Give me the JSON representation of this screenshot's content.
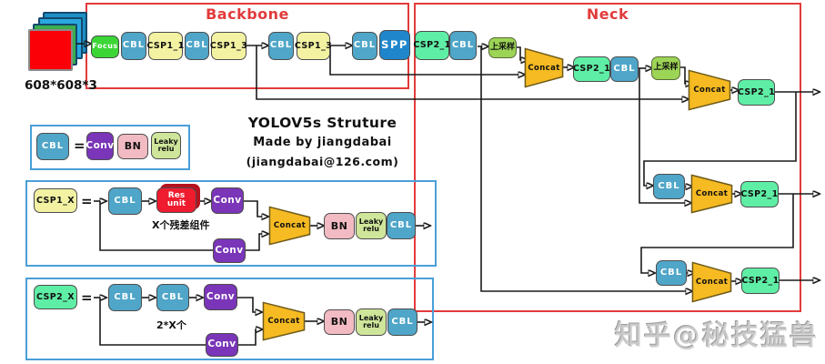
{
  "regions": {
    "backbone_title": "Backbone",
    "neck_title": "Neck"
  },
  "input": {
    "size_label": "608*608*3"
  },
  "labels": {
    "focus": "Focus",
    "cbl": "CBL",
    "csp1_1": "CSP1_1",
    "csp1_3": "CSP1_3",
    "spp": "SPP",
    "csp2_1": "CSP2_1",
    "upsample": "上采样",
    "concat": "Concat",
    "conv": "Conv",
    "bn": "BN",
    "leaky_line1": "Leaky",
    "leaky_line2": "relu",
    "res_line1": "Res",
    "res_line2": "unit",
    "equals": "="
  },
  "legend_cbl": {
    "name": "CBL"
  },
  "legend_csp1": {
    "name": "CSP1_X",
    "note": "X个残差组件"
  },
  "legend_csp2": {
    "name": "CSP2_X",
    "note": "2*X个"
  },
  "title_block": {
    "title": "YOLOV5s Struture",
    "author": "Made by jiangdabai",
    "email": "(jiangdabai@126.com)"
  },
  "watermark": "知乎@秘技猛兽",
  "colors": {
    "region_border": "#e23b3b",
    "legend_border": "#4a9fd8",
    "node_cbl": "#4fa6c8",
    "node_focus": "#3bd636",
    "node_csp1": "#f2f2a2",
    "node_spp": "#1f86cc",
    "node_csp2": "#5feea5",
    "node_upsample": "#9cd455",
    "node_concat": "#f6ba22",
    "node_conv": "#7a35b8",
    "node_bn": "#f2bac2",
    "node_leaky": "#cfe69a",
    "node_res": "#ee1c2e",
    "node_res_shadow": "#b5121f",
    "wire": "#1a1a1a"
  }
}
